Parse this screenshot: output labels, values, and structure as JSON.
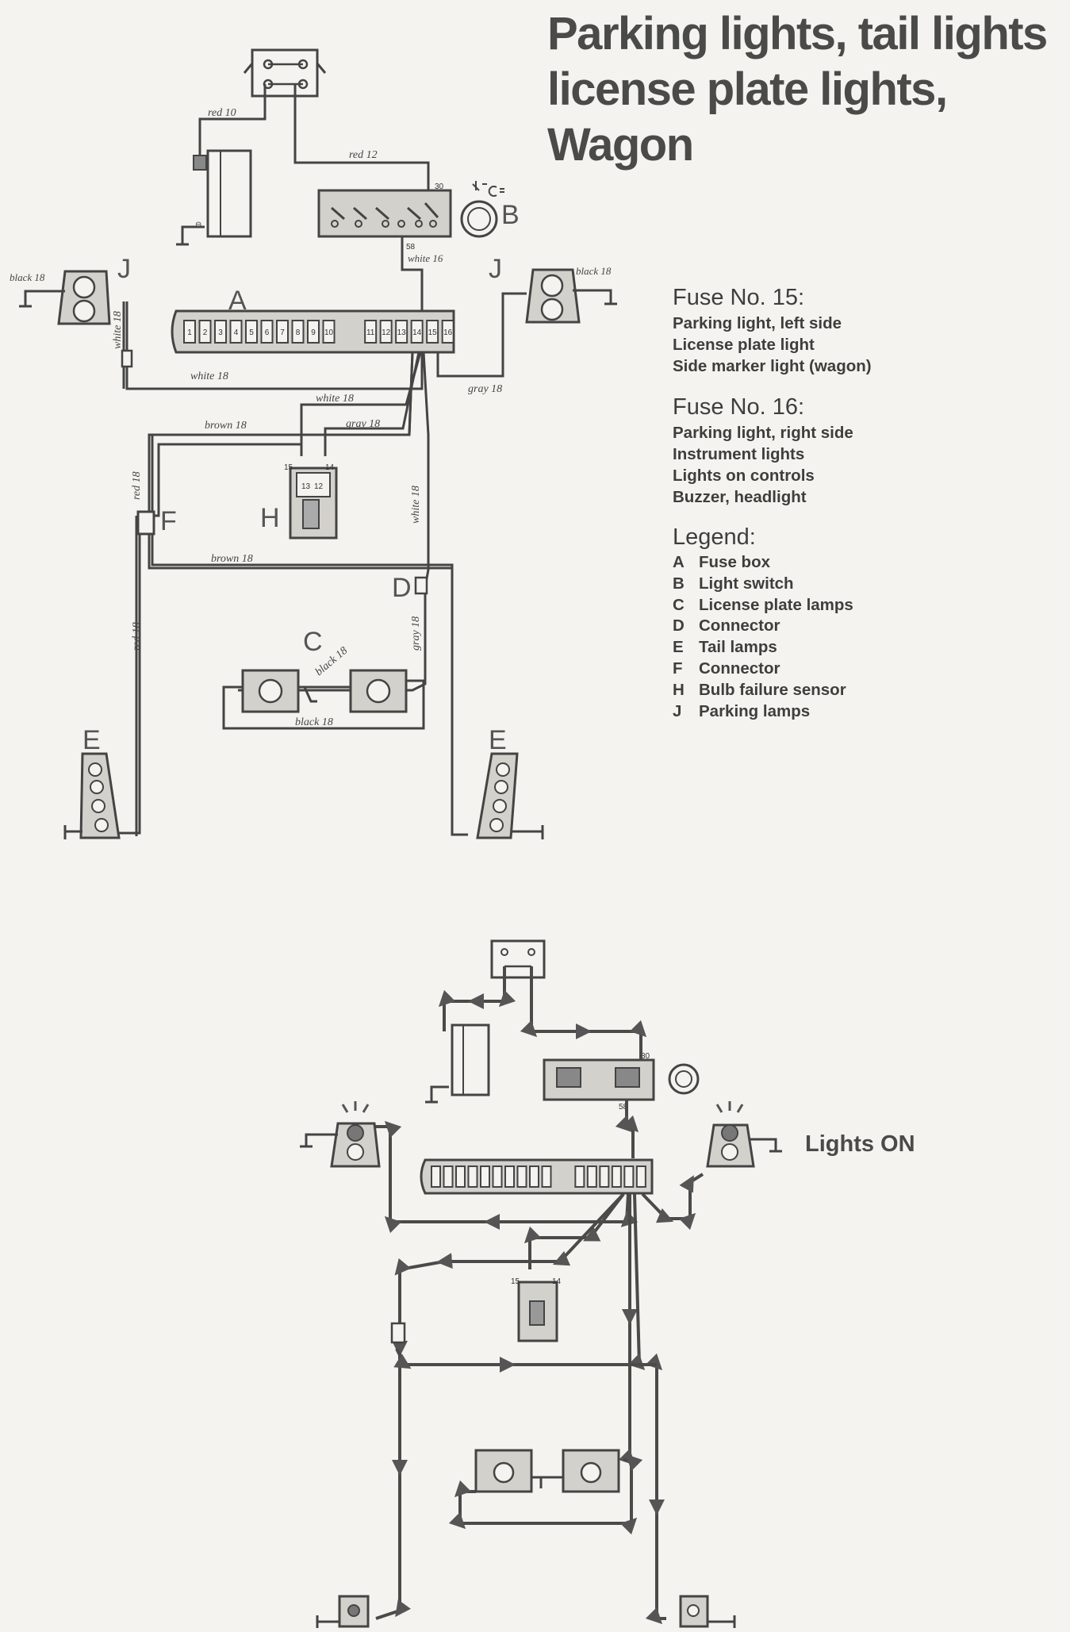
{
  "title": {
    "line1": "Parking lights, tail lights",
    "line2": "license plate lights,",
    "line3": "Wagon"
  },
  "fuse15": {
    "heading": "Fuse No. 15:",
    "lines": [
      "Parking light, left side",
      "License plate light",
      "Side marker light (wagon)"
    ]
  },
  "fuse16": {
    "heading": "Fuse No. 16:",
    "lines": [
      "Parking light, right side",
      "Instrument lights",
      "Lights on controls",
      "Buzzer, headlight"
    ]
  },
  "legend": {
    "heading": "Legend:",
    "items": [
      {
        "key": "A",
        "text": "Fuse box"
      },
      {
        "key": "B",
        "text": "Light switch"
      },
      {
        "key": "C",
        "text": "License plate lamps"
      },
      {
        "key": "D",
        "text": "Connector"
      },
      {
        "key": "E",
        "text": "Tail lamps"
      },
      {
        "key": "F",
        "text": "Connector"
      },
      {
        "key": "H",
        "text": "Bulb failure sensor"
      },
      {
        "key": "J",
        "text": "Parking lamps"
      }
    ]
  },
  "lights_on": "Lights ON",
  "diagram": {
    "component_labels": {
      "A": "A",
      "B": "B",
      "C": "C",
      "D": "D",
      "E": "E",
      "F": "F",
      "H": "H",
      "J": "J"
    },
    "wire_labels": {
      "red10": "red 10",
      "red12": "red 12",
      "white16": "white 16",
      "black18_left": "black 18",
      "black18_right": "black 18",
      "white18_left": "white 18",
      "white18_main": "white 18",
      "white18_mid": "white 18",
      "gray18_right": "gray 18",
      "brown18_upper": "brown 18",
      "gray18_mid": "gray 18",
      "red18_upper": "red 18",
      "white18_vertical": "white 18",
      "brown18_lower": "brown 18",
      "red18_lower": "red 18",
      "gray18_lower": "gray 18",
      "black18_c": "black 18",
      "black18_bottom": "black 18"
    },
    "terminal_labels": {
      "t30": "30",
      "t58": "58",
      "t15": "15",
      "t14": "14",
      "b_t30": "30",
      "b_t58": "58",
      "b_t15": "15",
      "b_t14": "14"
    },
    "fuse_numbers": [
      "1",
      "2",
      "3",
      "4",
      "5",
      "6",
      "7",
      "8",
      "9",
      "10",
      "11",
      "12",
      "13",
      "14",
      "15",
      "16"
    ],
    "sensor_numbers": [
      "13",
      "12"
    ],
    "colors": {
      "wire": "#4a4a48",
      "component_fill": "#c9c7c2",
      "flow": "#5a5a58"
    }
  }
}
